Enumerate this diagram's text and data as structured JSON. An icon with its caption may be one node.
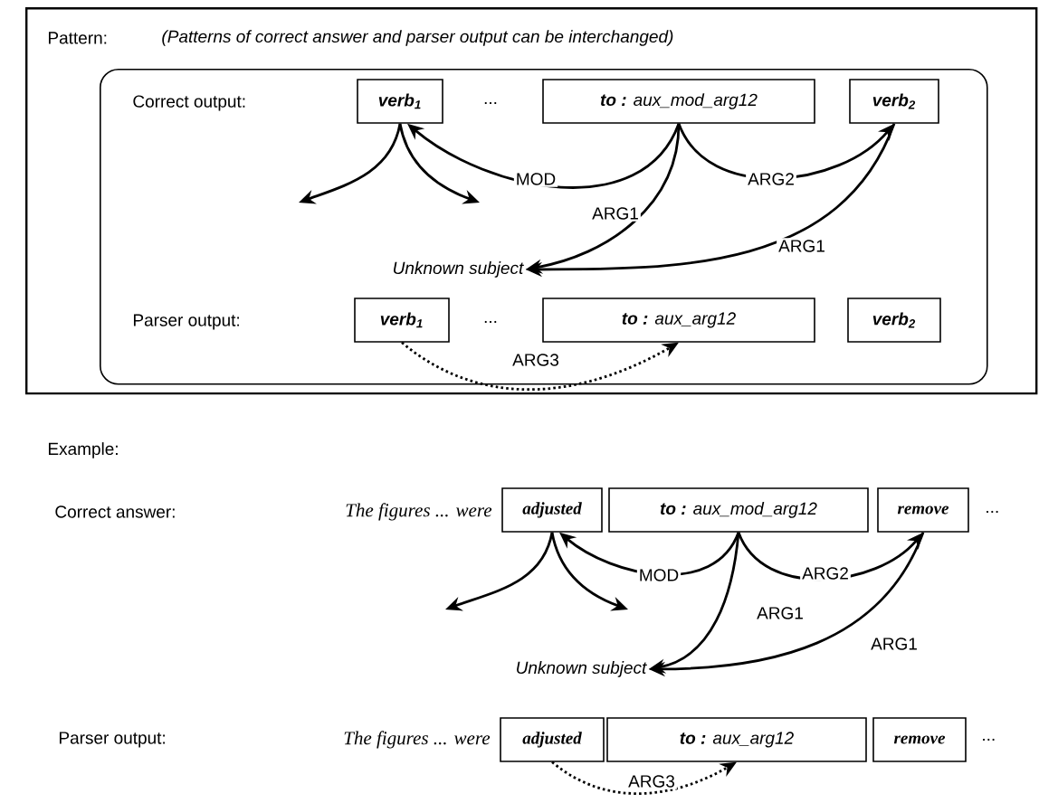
{
  "diagram": {
    "nodes": [
      {
        "text": [
          "Pattern:",
          "(Patterns of correct answer and parser output can be interchanged)"
        ]
      },
      {
        "text": [],
        "shape": "box",
        "in": 0
      },
      {
        "text": [
          "verb$_{1}$"
        ],
        "in": 1
      },
      {
        "text": [
          "**to :** aux_mod_arg12"
        ],
        "in": 1
      },
      {
        "text": [
          "verb$_{2}$"
        ],
        "in": 1
      },
      {
        "text": [
          "Unknown subject"
        ],
        "in": 1
      },
      {
        "text": [
          "verb$_{1}$"
        ],
        "in": 1
      },
      {
        "text": [
          "**to :** aux_arg12"
        ],
        "in": 1
      },
      {
        "text": [
          "verb$_{2}$"
        ],
        "in": 1
      },
      {
        "text": [
          "adjusted"
        ]
      },
      {
        "text": [
          "**to :** aux_mod_arg12"
        ]
      },
      {
        "text": [
          "remove"
        ]
      },
      {
        "text": [
          "Unknown subject"
        ]
      },
      {
        "text": [
          "adjusted"
        ]
      },
      {
        "text": [
          "**to :** aux_arg12"
        ]
      },
      {
        "text": [
          "remove"
        ]
      }
    ],
    "edges": [
      {
        "from": 3,
        "to": 2,
        "arrow": "to",
        "label": "MOD"
      },
      {
        "from": 3,
        "to": 4,
        "arrow": "to",
        "label": "ARG2"
      },
      {
        "from": 3,
        "to": 5,
        "arrow": "to",
        "label": "ARG1"
      },
      {
        "from": 4,
        "to": 5,
        "arrow": "to",
        "label": "ARG1"
      },
      {
        "from": 2,
        "to": null,
        "arrow": "to"
      },
      {
        "from": 2,
        "to": null,
        "arrow": "to"
      },
      {
        "from": 6,
        "to": 7,
        "arrow": "to",
        "label": "ARG3",
        "style": "dashed"
      },
      {
        "from": 10,
        "to": 9,
        "arrow": "to",
        "label": "MOD"
      },
      {
        "from": 10,
        "to": 11,
        "arrow": "to",
        "label": "ARG2"
      },
      {
        "from": 10,
        "to": 12,
        "arrow": "to",
        "label": "ARG1"
      },
      {
        "from": 11,
        "to": 12,
        "arrow": "to",
        "label": "ARG1"
      },
      {
        "from": 9,
        "to": null,
        "arrow": "to"
      },
      {
        "from": 9,
        "to": null,
        "arrow": "to"
      },
      {
        "from": 13,
        "to": 14,
        "arrow": "to",
        "label": "ARG3",
        "style": "dashed"
      }
    ],
    "labels": [
      "Correct output:",
      "...",
      "Parser output:",
      "...",
      "Example:",
      "Correct answer:",
      "The figures ... were",
      "...",
      "Parser output:",
      "The figures ... were",
      "..."
    ]
  }
}
